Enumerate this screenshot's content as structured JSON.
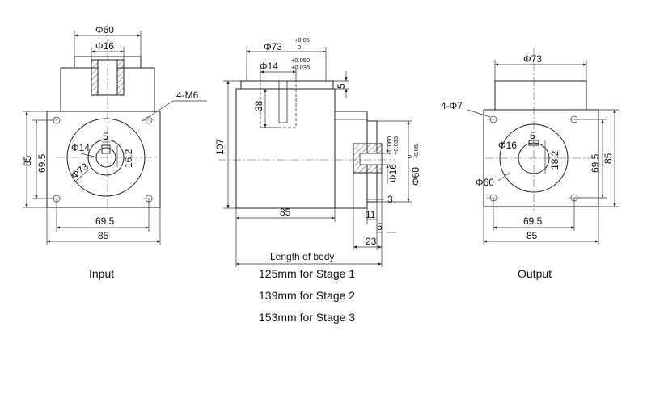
{
  "views": {
    "input": {
      "caption": "Input",
      "dims": {
        "top_outer_dia": "Φ60",
        "top_inner_dia": "Φ16",
        "thread_holes": "4-M6",
        "height_85": "85",
        "height_69_5": "69.5",
        "keyway_width": "5",
        "bore_dia": "Φ14",
        "key_height": "16.2",
        "pcd_dia": "Φ73",
        "width_69_5": "69.5",
        "width_85": "85"
      }
    },
    "side": {
      "dims": {
        "flange_pcd": "Φ73",
        "flange_pcd_tol_upper": "+0.05",
        "flange_pcd_tol_lower": "0",
        "bore_dia": "Φ14",
        "bore_tol_upper": "+0.050",
        "bore_tol_lower": "+0.035",
        "flange_thickness": "5",
        "bore_depth": "38",
        "body_height": "107",
        "shaft_dia": "Φ16",
        "shaft_tol_upper": "+0.060",
        "shaft_tol_lower": "+0.035",
        "pilot_dia": "Φ60",
        "pilot_tol_upper": "0",
        "pilot_tol_lower": "-0.05",
        "step_3": "3",
        "body_width_85": "85",
        "step_11": "11",
        "step_5": "5",
        "shaft_length_23": "23"
      },
      "length_title": "Length of body",
      "stage_lengths": [
        "125mm for Stage 1",
        "139mm for Stage 2",
        "153mm for Stage 3"
      ]
    },
    "output": {
      "caption": "Output",
      "dims": {
        "top_dia": "Φ73",
        "holes": "4-Φ7",
        "shaft_dia": "Φ16",
        "keyway_width": "5",
        "key_height": "18.2",
        "pilot_dia": "Φ60",
        "height_69_5": "69.5",
        "height_85": "85",
        "width_69_5": "69.5",
        "width_85": "85"
      }
    }
  }
}
